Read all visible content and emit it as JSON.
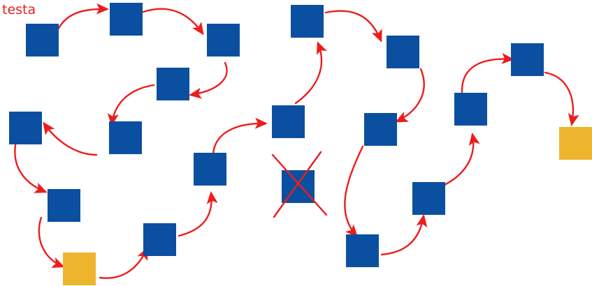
{
  "diagram": {
    "head_label": "testa",
    "colors": {
      "node": "#0b4fa0",
      "endpoint": "#eeb62e",
      "arrow": "#ee1c1c",
      "label": "#ee1c1c",
      "background": "#ffffff"
    },
    "node_icon": "square-node",
    "removed_marker": "cross-mark"
  }
}
